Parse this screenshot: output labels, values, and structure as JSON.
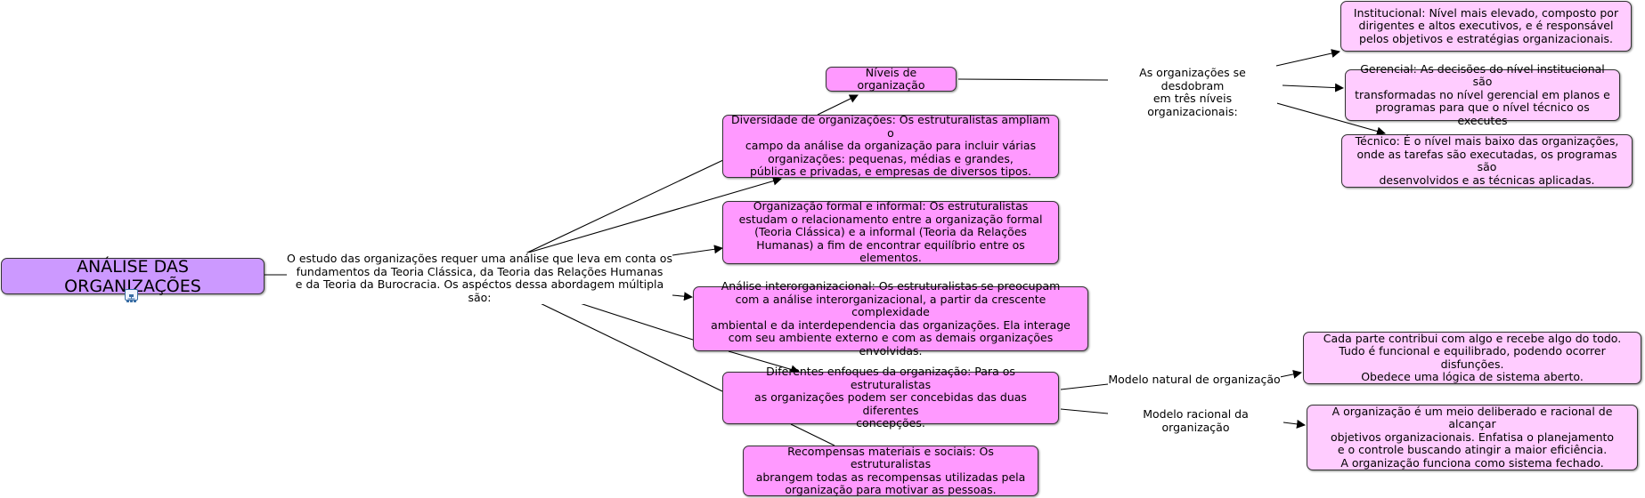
{
  "root": {
    "label": "ANÁLISE DAS ORGANIZAÇÕES"
  },
  "linking_phrases": {
    "estudo": "O estudo das organizações requer uma análise que leva em conta os\nfundamentos da Teoria Clássica, da Teoria das Relações Humanas\ne da Teoria da Burocracia. Os aspéctos dessa abordagem múltipla são:",
    "desdobram": "As organizações se desdobram\nem três níveis organizacionais:",
    "natural": "Modelo natural de organização",
    "racional": "Modelo racional da organização"
  },
  "concepts": {
    "niveis": "Níveis de organização",
    "diversidade": "Diversidade de organizações: Os estruturalistas ampliam o\ncampo da análise da organização para incluir várias\norganizações: pequenas, médias e grandes,\npúblicas e privadas, e empresas de diversos tipos.",
    "formal": "Organização formal e informal: Os estruturalistas\nestudam o relacionamento entre a organização formal\n(Teoria Clássica) e a informal (Teoria da Relações\nHumanas) a fim de encontrar equilíbrio entre os elementos.",
    "interorganizacional": "Análise interorganizacional: Os estruturalistas se preocupam\ncom a análise interorganizacional, a partir da crescente complexidade\nambiental e da interdependencia das organizações. Ela interage\ncom seu ambiente externo e com as demais organizações envolvidas.",
    "enfoques": "Diferentes enfoques da organização: Para os estruturalistas\nas organizações podem ser concebidas das duas diferentes\nconcepções.",
    "recompensas": "Recompensas materiais e sociais: Os estruturalistas\nabrangem todas as recompensas utilizadas pela\norganização para motivar as pessoas.",
    "institucional": "Institucional: Nível mais elevado, composto por\ndirigentes e altos executivos, e é responsável\npelos objetivos e estratégias organizacionais.",
    "gerencial": "Gerencial: As decisões do nível institucional são\ntransformadas no nível gerencial em planos e\nprogramas para que o nível técnico os executes",
    "tecnico": "Técnico: É o nível mais baixo das organizações,\nonde as tarefas são executadas, os programas são\ndesenvolvidos e as técnicas aplicadas.",
    "natural_desc": "Cada parte contribui com algo e recebe algo do todo.\nTudo é funcional e equilibrado, podendo ocorrer disfunções.\nObedece uma lógica de sistema aberto.",
    "racional_desc": "A organização é um meio deliberado e racional de alcançar\nobjetivos organizacionais. Enfatisa o planejamento\ne o controle buscando atingir a maior eficiência.\nA organização funciona como sistema fechado."
  },
  "icons": {
    "root_attachment": "concept-map-attachment-icon"
  },
  "colors": {
    "root_fill": "#cc99ff",
    "concept_fill": "#ff99ff",
    "leaf_fill": "#ffccff",
    "link_color": "#000000"
  }
}
